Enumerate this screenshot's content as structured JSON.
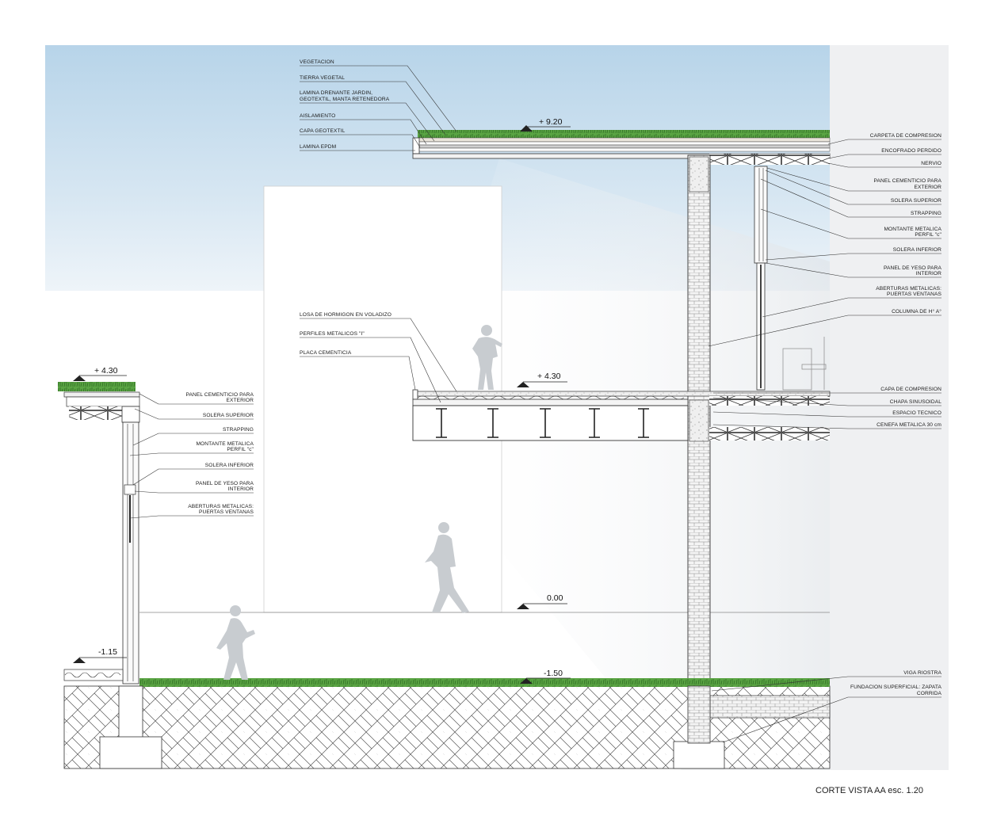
{
  "title": "CORTE VISTA AA esc. 1.20",
  "levels": {
    "roof": "+ 9.20",
    "left_roof": "+ 4.30",
    "cantilever": "+ 4.30",
    "ground": "0.00",
    "left_lower": "-1.15",
    "garden": "-1.50"
  },
  "labels_top_left": [
    "VEGETACION",
    "TIERRA VEGETAL",
    "LAMINA DRENANTE JARDIN,",
    "GEOTEXTIL, MANTA RETENEDORA",
    "AISLAMIENTO",
    "CAPA GEOTEXTIL",
    "LAMINA EPDM"
  ],
  "labels_right_top": [
    "CARPETA DE COMPRESION",
    "ENCOFRADO PERDIDO",
    "NERVIO",
    "PANEL CEMENTICIO PARA",
    "EXTERIOR",
    "SOLERA SUPERIOR",
    "STRAPPING",
    "MONTANTE METALICA",
    "PERFIL \"c\"",
    "SOLERA INFERIOR",
    "PANEL DE YESO PARA",
    "INTERIOR",
    "ABERTURAS METALICAS:",
    "PUERTAS VENTANAS",
    "COLUMNA DE H° A°"
  ],
  "labels_right_mid": [
    "CAPA DE COMPRESION",
    "CHAPA SINUSOIDAL",
    "ESPACIO TECNICO",
    "CENEFA METALICA 30 cm"
  ],
  "labels_right_bottom": [
    "VIGA RIOSTRA",
    "FUNDACION SUPERFICIAL: ZAPATA",
    "CORRIDA"
  ],
  "labels_center": [
    "LOSA DE HORMIGON EN VOLADIZO",
    "PERFILES METALICOS \"I\"",
    "PLACA CEMENTICIA"
  ],
  "labels_left": [
    "PANEL CEMENTICIO PARA",
    "EXTERIOR",
    "SOLERA SUPERIOR",
    "STRAPPING",
    "MONTANTE METALICA",
    "PERFIL \"c\"",
    "SOLERA INFERIOR",
    "PANEL DE YESO PARA",
    "INTERIOR",
    "ABERTURAS METALICAS:",
    "PUERTAS VENTANAS"
  ],
  "colors": {
    "sky_top": "#b9d6ea",
    "sky_bottom": "#e9f2f8",
    "grass": "#4f9a3a",
    "line": "#222222",
    "shadow": "#e6e9ec"
  }
}
